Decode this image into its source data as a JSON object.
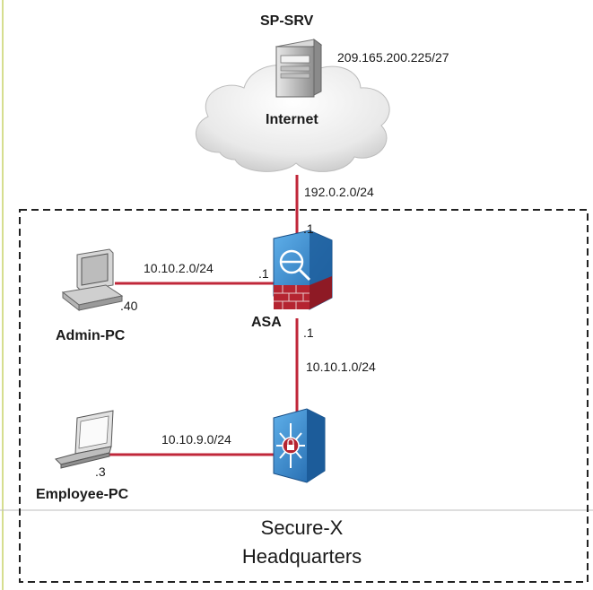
{
  "nodes": {
    "server": {
      "name": "SP-SRV",
      "address": "209.165.200.225/27"
    },
    "cloud": {
      "name": "Internet"
    },
    "firewall": {
      "name": "ASA"
    },
    "admin_pc": {
      "name": "Admin-PC",
      "host": ".40"
    },
    "employee_pc": {
      "name": "Employee-PC",
      "host": ".3"
    }
  },
  "links": {
    "internet_asa": {
      "network": "192.0.2.0/24",
      "asa_side": ".1"
    },
    "admin_asa": {
      "network": "10.10.2.0/24",
      "asa_side": ".1"
    },
    "asa_switch": {
      "network": "10.10.1.0/24",
      "asa_side": ".1"
    },
    "employee_switch": {
      "network": "10.10.9.0/24"
    }
  },
  "zone": {
    "line1": "Secure-X",
    "line2": "Headquarters"
  },
  "colors": {
    "link": "#c0273a",
    "device_blue": "#2f7fc1",
    "brick": "#b52431",
    "cloud": "#e6e6e6"
  }
}
